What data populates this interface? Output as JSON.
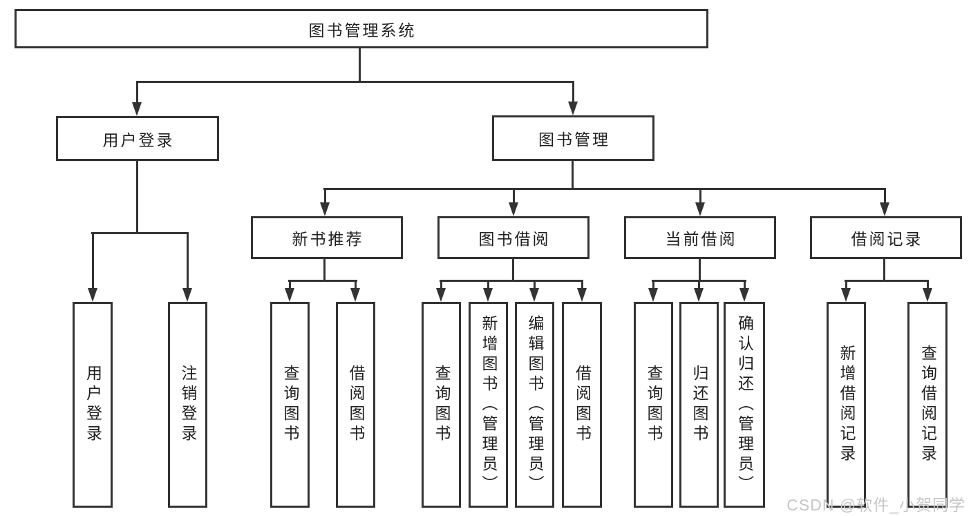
{
  "diagram_title": "图书管理系统",
  "colors": {
    "line": "#333333",
    "text": "#1f1f1f",
    "background": "#ffffff",
    "watermark": "#c6c6c6"
  },
  "tree": {
    "root": {
      "label": "图书管理系统",
      "children": [
        {
          "label": "用户登录",
          "children": [
            {
              "label": "用户登录"
            },
            {
              "label": "注销登录"
            }
          ]
        },
        {
          "label": "图书管理",
          "children": [
            {
              "label": "新书推荐",
              "children": [
                {
                  "label": "查询图书"
                },
                {
                  "label": "借阅图书"
                }
              ]
            },
            {
              "label": "图书借阅",
              "children": [
                {
                  "label": "查询图书"
                },
                {
                  "label": "新增图书（管理员）"
                },
                {
                  "label": "编辑图书（管理员）"
                },
                {
                  "label": "借阅图书"
                }
              ]
            },
            {
              "label": "当前借阅",
              "children": [
                {
                  "label": "查询图书"
                },
                {
                  "label": "归还图书"
                },
                {
                  "label": "确认归还（管理员）"
                }
              ]
            },
            {
              "label": "借阅记录",
              "children": [
                {
                  "label": "新增借阅记录"
                },
                {
                  "label": "查询借阅记录"
                }
              ]
            }
          ]
        }
      ]
    }
  },
  "watermark": {
    "text": "CSDN @软件_小贺同学"
  }
}
